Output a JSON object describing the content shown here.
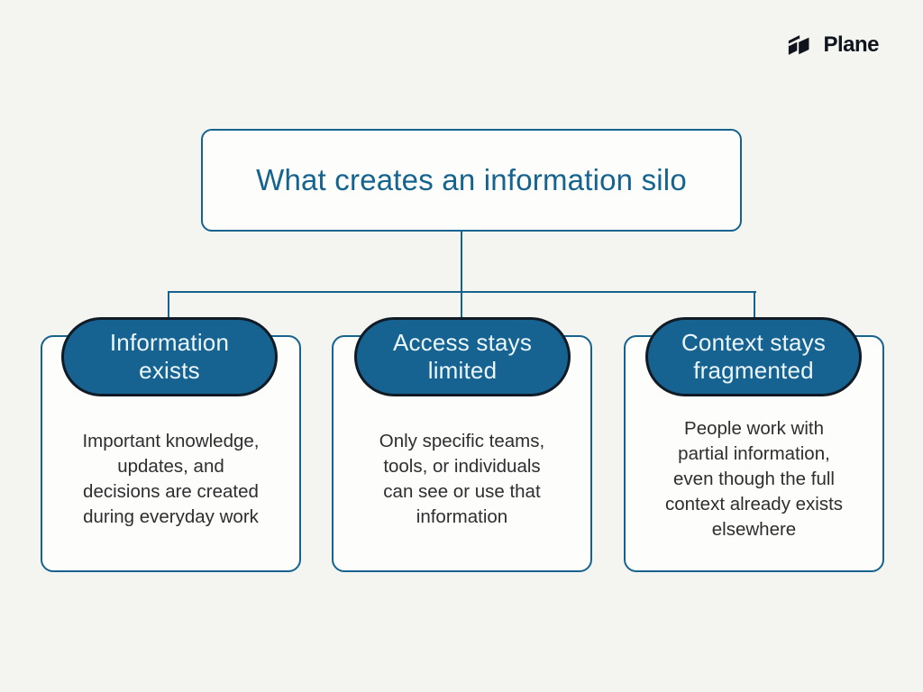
{
  "brand": {
    "name": "Plane"
  },
  "colors": {
    "background": "#f4f4f1",
    "accent_teal": "#16638f",
    "pill_fill": "#166290",
    "pill_border": "#101b26",
    "pill_text": "#ecf7fd",
    "body_text": "#2e2e2e",
    "card_background": "#fdfdfc",
    "logo_color": "#10151d"
  },
  "diagram": {
    "title": "What creates an information silo",
    "nodes": [
      {
        "id": "information-exists",
        "label": "Information\nexists",
        "body": "Important knowledge,\nupdates, and\ndecisions are created\nduring everyday work"
      },
      {
        "id": "access-stays-limited",
        "label": "Access stays\nlimited",
        "body": "Only specific teams,\ntools, or individuals\ncan see or use that\ninformation"
      },
      {
        "id": "context-stays-fragmented",
        "label": "Context stays\nfragmented",
        "body": "People work with\npartial information,\neven though the full\ncontext already exists\nelsewhere"
      }
    ]
  }
}
